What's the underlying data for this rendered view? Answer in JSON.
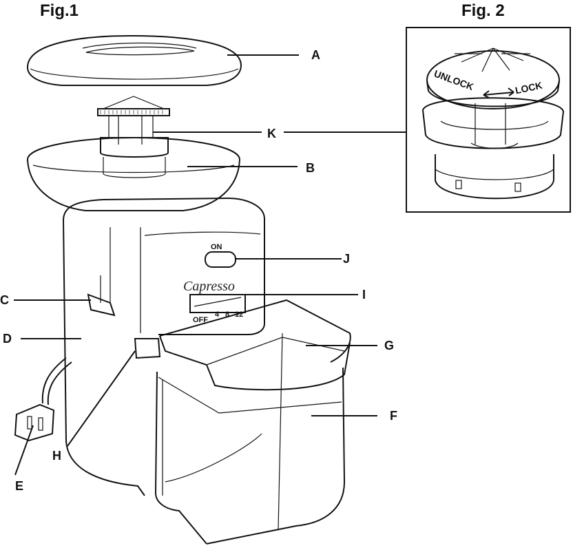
{
  "figures": {
    "fig1_title": "Fig.1",
    "fig2_title": "Fig. 2"
  },
  "callouts": {
    "A": "A",
    "B": "B",
    "C": "C",
    "D": "D",
    "E": "E",
    "F": "F",
    "G": "G",
    "H": "H",
    "I": "I",
    "J": "J",
    "K": "K"
  },
  "machine": {
    "brand": "Capresso",
    "on_button": "ON",
    "scale": [
      "OFF",
      "4",
      "8",
      "12"
    ]
  },
  "fig2": {
    "unlock": "UNLOCK",
    "lock": "LOCK"
  }
}
